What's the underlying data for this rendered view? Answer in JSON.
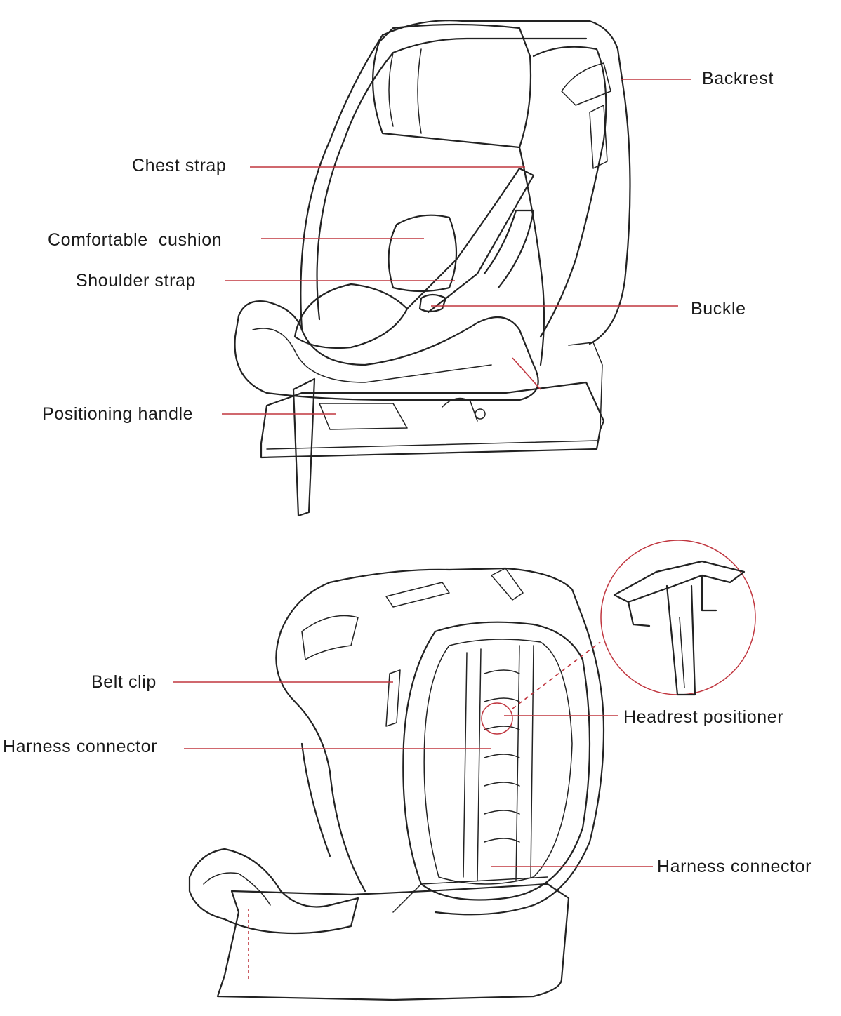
{
  "top_seat": {
    "labels": {
      "backrest": "Backrest",
      "chest_strap": "Chest strap",
      "comfortable_cushion": "Comfortable  cushion",
      "shoulder_strap": "Shoulder strap",
      "buckle": "Buckle",
      "positioning_handle": "Positioning handle"
    }
  },
  "bottom_seat": {
    "labels": {
      "belt_clip": "Belt clip",
      "harness_connector_left": "Harness connector",
      "headrest_positioner": "Headrest positioner",
      "harness_connector_right": "Harness connector"
    },
    "detail_callout": "headrest-positioner-detail"
  },
  "colors": {
    "leader_line": "#c0363f",
    "line_art": "#222222",
    "background": "#ffffff"
  }
}
